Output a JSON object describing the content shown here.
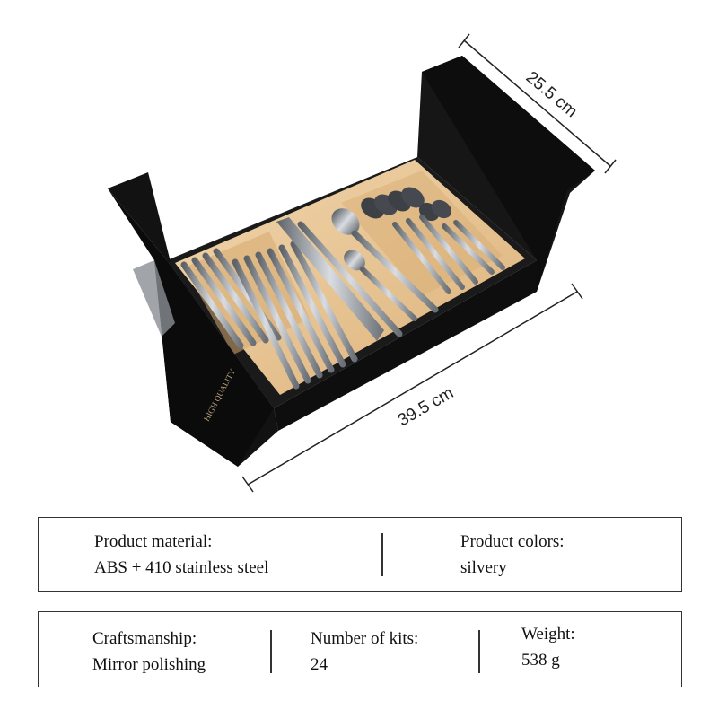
{
  "dimensions": {
    "width": "25.5 cm",
    "length": "39.5 cm"
  },
  "box_label_text": "HIGH QUALITY",
  "specs_row1": [
    {
      "label": "Product material:",
      "value": "ABS + 410 stainless steel"
    },
    {
      "label": "Product colors:",
      "value": "silvery"
    }
  ],
  "specs_row2": [
    {
      "label": "Craftsmanship:",
      "value": "Mirror polishing"
    },
    {
      "label": "Number of kits:",
      "value": "24"
    },
    {
      "label": "Weight:",
      "value": "538 g"
    }
  ],
  "colors": {
    "box": "#151515",
    "tray": "#e9c99a",
    "steel": "#9aa0a6",
    "border": "#333333"
  }
}
